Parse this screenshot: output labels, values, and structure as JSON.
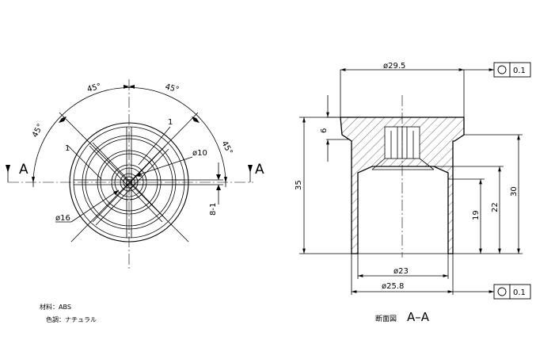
{
  "notes": {
    "material": "材料：ABS",
    "color": "色調：ナチュラル"
  },
  "section": {
    "caption_jp": "断面図",
    "caption_id": "A–A"
  },
  "front_view": {
    "angle_labels": [
      "45°",
      "45°",
      "45°",
      "45°"
    ],
    "rib_label_left": "1",
    "rib_label_right": "1",
    "dia_outer_label": "ø16",
    "dia_inner_label": "ø10",
    "rib_count_label": "8-1",
    "section_mark_left": "A",
    "section_mark_right": "A"
  },
  "section_view": {
    "dim_top_dia": "ø29.5",
    "dim_flange_h": "6",
    "dim_total_h": "35",
    "dim_30": "30",
    "dim_22": "22",
    "dim_19": "19",
    "dim_bore": "ø23",
    "dim_body": "ø25.8"
  },
  "tolerance_boxes": [
    {
      "symbol": "circularity",
      "value": "0.1"
    },
    {
      "symbol": "circularity",
      "value": "0.1"
    }
  ]
}
